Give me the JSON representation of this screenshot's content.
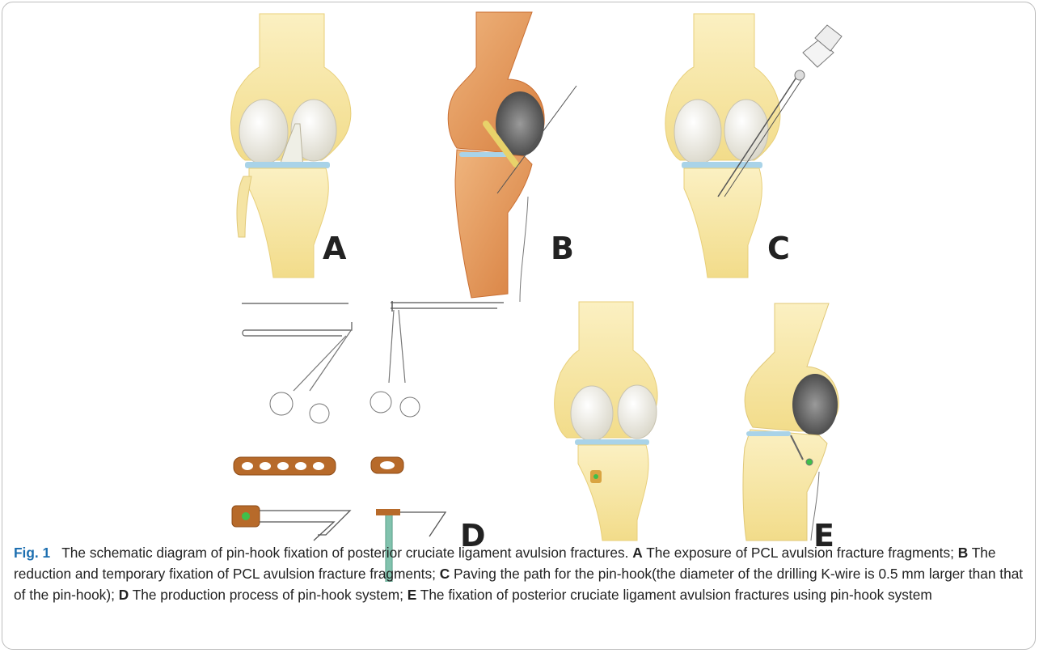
{
  "panel_labels": {
    "a": "A",
    "b": "B",
    "c": "C",
    "d": "D",
    "e": "E"
  },
  "caption": {
    "fig_label": "Fig. 1",
    "intro": "The schematic diagram of pin-hook fixation of posterior cruciate ligament avulsion fractures.",
    "parts": [
      {
        "letter": "A",
        "text": "The exposure of PCL avulsion fracture fragments;"
      },
      {
        "letter": "B",
        "text": "The reduction and temporary fixation of PCL avulsion fracture fragments;"
      },
      {
        "letter": "C",
        "text": "Paving the path for the pin-hook(the diameter of the drilling K-wire is 0.5 mm larger than that of the pin-hook);"
      },
      {
        "letter": "D",
        "text": "The production process of pin-hook system;"
      },
      {
        "letter": "E",
        "text": "The fixation of posterior cruciate ligament avulsion fractures using pin-hook system"
      }
    ]
  },
  "colors": {
    "bone_yellow": "#f6e6a3",
    "bone_orange": "#e59a5a",
    "condyle": "#f4f2ea",
    "cartilage_blue": "#a9d3e8",
    "plate_brown": "#b76a2a",
    "screw_green": "#63b39a",
    "fig_label_blue": "#1d6fb0"
  }
}
